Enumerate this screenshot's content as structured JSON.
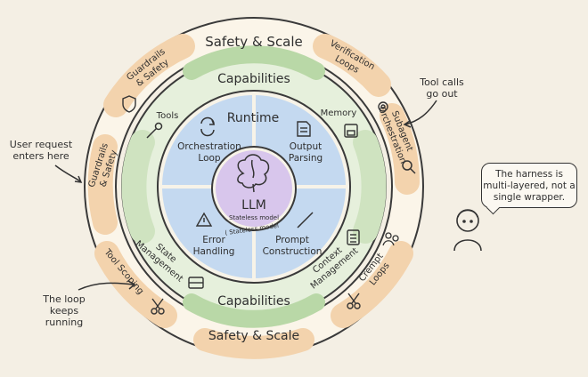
{
  "outer_ring": {
    "title_top": "Safety & Scale",
    "title_bottom": "Safety & Scale",
    "pills": {
      "top_left": "Guardrails & Safety",
      "left": "Guardrails & Safety",
      "top_right": "Verification Loops",
      "right": "Subagent Orchestration",
      "bottom_left": "Tool Scoping",
      "bottom_right": "Crempt Loops"
    }
  },
  "middle_ring": {
    "title_top": "Capabilities",
    "title_bottom": "Capabilities",
    "items": {
      "tools": "Tools",
      "memory": "Memory",
      "state": "State Management",
      "context": "Context Management"
    }
  },
  "inner_ring": {
    "title": "Runtime",
    "items": {
      "orchestration": "Orchestration Loop",
      "output": "Output Parsing",
      "error": "Error Handling",
      "prompt": "Prompt Construction"
    }
  },
  "core": {
    "label": "LLM",
    "sub1": "Stateless model",
    "sub2": "( Stateless model"
  },
  "annotations": {
    "user_request": "User request enters here",
    "tool_calls": "Tool calls go out",
    "loop": "The loop keeps running"
  },
  "speech": "The harness is multi-layered, not a single wrapper.",
  "colors": {
    "background": "#f4efe4",
    "outer_pill": "#f3d3ad",
    "middle_ring": "#cfe3c0",
    "middle_band": "#b9d8a7",
    "inner_ring": "#c4d9f0",
    "core": "#d8c6ec"
  },
  "icons": [
    "shield-icon",
    "gear-icon",
    "magnifier-icon",
    "scissors-icon",
    "people-icon",
    "wrench-icon",
    "floppy-icon",
    "tray-icon",
    "document-icon",
    "refresh-icon",
    "warning-icon",
    "pencil-icon",
    "brain-icon",
    "person-icon",
    "clipboard-icon"
  ]
}
